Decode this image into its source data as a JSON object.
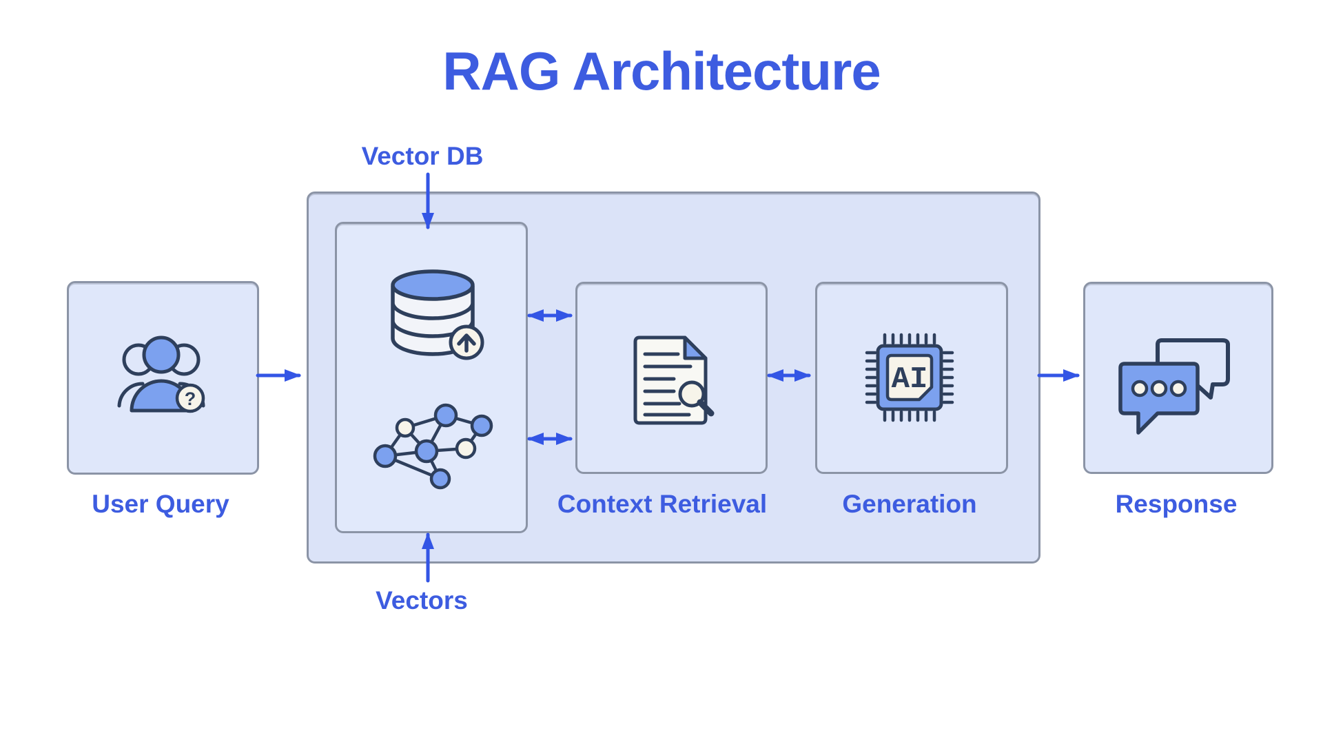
{
  "title": "RAG Architecture",
  "colors": {
    "accent_text": "#3d5ce0",
    "arrow_blue": "#3355e5",
    "container_fill": "#dbe3f8",
    "box_fill": "#dfe7fa",
    "border_gray": "#8b94a6",
    "icon_stroke": "#2e3f5c",
    "icon_blue": "#7ca1ef",
    "icon_cream": "#f7f4ea"
  },
  "nodes": {
    "user_query": {
      "label": "User Query",
      "icon": "users-question-icon"
    },
    "vector_db": {
      "label": "Vector DB"
    },
    "vector_store": {
      "icons": [
        "database-upload-icon",
        "vector-graph-icon"
      ]
    },
    "vectors": {
      "label": "Vectors"
    },
    "context_retrieval": {
      "label": "Context Retrieval",
      "icon": "document-search-icon"
    },
    "generation": {
      "label": "Generation",
      "icon": "ai-chip-icon",
      "chip_text": "AI"
    },
    "response": {
      "label": "Response",
      "icon": "chat-bubbles-icon"
    }
  },
  "edges": [
    {
      "from": "User Query",
      "to": "RAG container",
      "style": "single",
      "direction": "right"
    },
    {
      "from": "Vector DB",
      "to": "vector store box",
      "style": "single",
      "direction": "down"
    },
    {
      "from": "vector store box",
      "to": "Context Retrieval",
      "style": "double",
      "position": "upper"
    },
    {
      "from": "vector store box",
      "to": "Context Retrieval",
      "style": "double",
      "position": "lower"
    },
    {
      "from": "Context Retrieval",
      "to": "Generation",
      "style": "double"
    },
    {
      "from": "RAG container",
      "to": "Response",
      "style": "single",
      "direction": "right"
    },
    {
      "from": "Vectors",
      "to": "vector store box",
      "style": "single",
      "direction": "up"
    }
  ]
}
